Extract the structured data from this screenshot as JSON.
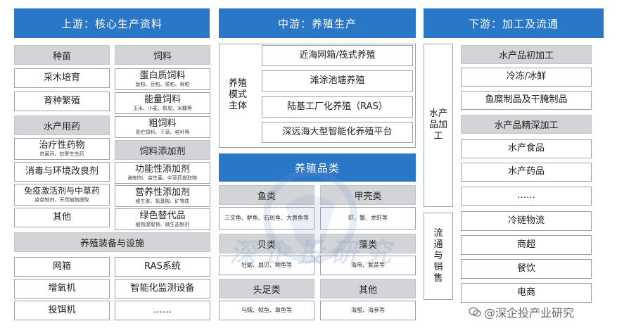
{
  "upstream": {
    "header": "上游：核心生产资料",
    "seed": {
      "title": "种苗",
      "items": [
        "采木培育",
        "育种繁殖"
      ]
    },
    "feed": {
      "title": "饲料",
      "items": [
        {
          "label": "蛋白质饲料",
          "sub": "鱼粉、豆粕、菜粕、棉粕"
        },
        {
          "label": "能量饲料",
          "sub": "玉米、小麦、麸皮、米糠等"
        },
        {
          "label": "粗饲料",
          "sub": "青贮饲料、干草、秸秆等"
        }
      ]
    },
    "drugs": {
      "title": "水产用药",
      "items": [
        {
          "label": "治疗性药物",
          "sub": "抗菌药、抗寄生虫药"
        },
        {
          "label": "消毒与环境改良剂",
          "sub": ""
        },
        {
          "label": "免疫激活剂与中草药",
          "sub": "疫苗制剂、天然植物提取"
        },
        {
          "label": "其他",
          "sub": ""
        }
      ]
    },
    "additives": {
      "title": "饲料添加剂",
      "items": [
        {
          "label": "功能性添加剂",
          "sub": "酶制剂、益生菌、中草药提取物"
        },
        {
          "label": "营养性添加剂",
          "sub": "维生素、氨基酸、矿物质"
        },
        {
          "label": "绿色替代品",
          "sub": "植物提取物、微生态制剂"
        }
      ]
    },
    "equipment": {
      "title": "养殖装备与设施",
      "left": [
        "网箱",
        "增氧机",
        "投饵机"
      ],
      "right": [
        "RAS系统",
        "智能化监测设备",
        "……"
      ]
    }
  },
  "midstream": {
    "header": "中游：养殖生产",
    "mode_label": "养殖模式主体",
    "modes": [
      "近海网箱/筏式养殖",
      "滩涂池塘养殖",
      "陆基工厂化养殖（RAS）",
      "深远海大型智能化养殖平台"
    ],
    "species_header": "养殖品类",
    "species": [
      {
        "title": "鱼类",
        "desc": "三文鱼、鲈鱼、石斑鱼、大黄鱼等"
      },
      {
        "title": "甲壳类",
        "desc": "虾、蟹、龙虾等"
      },
      {
        "title": "贝类",
        "desc": "牡蛎、扇贝、鲍鱼等"
      },
      {
        "title": "藻类",
        "desc": "海带、紫菜等"
      },
      {
        "title": "头足类",
        "desc": "乌贼、鱿鱼、章鱼等"
      },
      {
        "title": "其他",
        "desc": "海蜇、海参等"
      }
    ]
  },
  "downstream": {
    "header": "下游：加工及流通",
    "processing_label": "水产品加工",
    "processing": [
      "水产品初加工",
      "冷冻/冰鲜",
      "鱼糜制品及干腌制品",
      "水产品精深加工",
      "水产食品",
      "水产药品",
      "……"
    ],
    "circulation_label": "流通与销售",
    "circulation": [
      "冷链物流",
      "商超",
      "餐饮",
      "电商"
    ]
  },
  "watermark": "深企投研究",
  "credit": "@深企投产业研究",
  "colors": {
    "header_blue": "#2b77c7",
    "gray_fill": "#d2d4d8",
    "border": "#9aa3ad"
  }
}
